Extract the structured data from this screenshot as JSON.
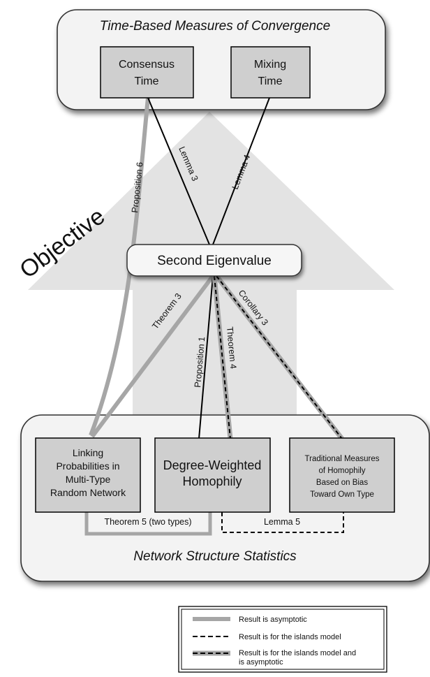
{
  "diagram": {
    "top_group": {
      "title": "Time-Based Measures of Convergence"
    },
    "bottom_group": {
      "title": "Network Structure Statistics"
    },
    "arrow_label": "Objective",
    "nodes": {
      "consensus": {
        "line1": "Consensus",
        "line2": "Time"
      },
      "mixing": {
        "line1": "Mixing",
        "line2": "Time"
      },
      "eigen": {
        "label": "Second Eigenvalue"
      },
      "linking": {
        "line1": "Linking",
        "line2": "Probabilities in",
        "line3": "Multi-Type",
        "line4": "Random Network"
      },
      "degree": {
        "line1": "Degree-Weighted",
        "line2": "Homophily"
      },
      "traditional": {
        "line1": "Traditional Measures",
        "line2": "of Homophily",
        "line3": "Based on Bias",
        "line4": "Toward Own Type"
      }
    },
    "edges": {
      "proposition6": "Proposition 6",
      "lemma3": "Lemma 3",
      "lemma4": "Lemma 4",
      "theorem3": "Theorem 3",
      "proposition1": "Proposition 1",
      "theorem4": "Theorem 4",
      "corollary3": "Corollary 3",
      "theorem5": "Theorem 5 (two types)",
      "lemma5": "Lemma 5"
    },
    "legend": {
      "asymptotic": "Result is asymptotic",
      "islands": "Result is for the islands model",
      "both_line1": "Result is for the islands model and",
      "both_line2": "is asymptotic"
    }
  }
}
